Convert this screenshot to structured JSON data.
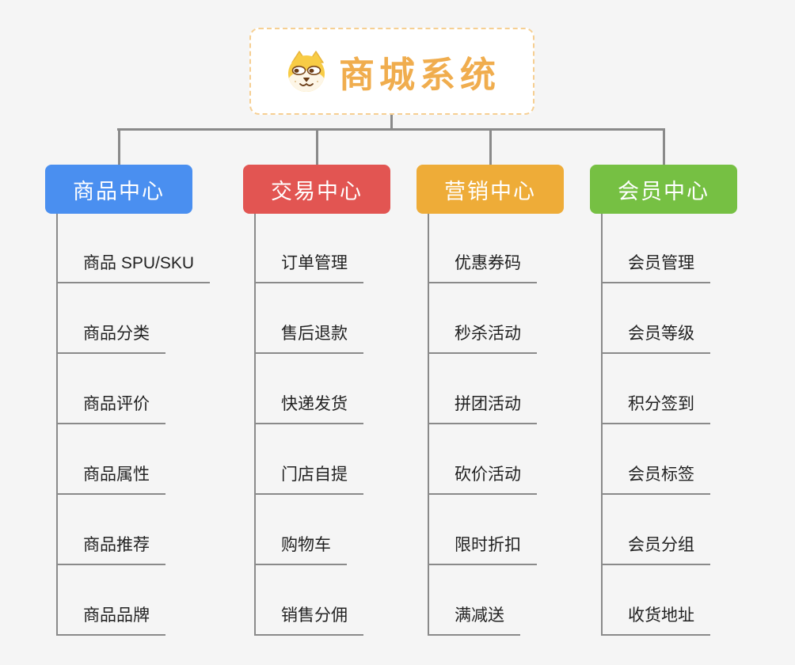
{
  "root": {
    "title": "商城系统",
    "icon": "dog-face-icon",
    "accent_color": "#F0AD4E",
    "border_color": "#F6CF92"
  },
  "background_color": "#F5F5F5",
  "connector_color": "#8A8A8A",
  "topic_text_color": "#222222",
  "branches": [
    {
      "label": "商品中心",
      "color": "#4A8FF0",
      "items": [
        "商品 SPU/SKU",
        "商品分类",
        "商品评价",
        "商品属性",
        "商品推荐",
        "商品品牌"
      ]
    },
    {
      "label": "交易中心",
      "color": "#E25552",
      "items": [
        "订单管理",
        "售后退款",
        "快递发货",
        "门店自提",
        "购物车",
        "销售分佣"
      ]
    },
    {
      "label": "营销中心",
      "color": "#EEAC38",
      "items": [
        "优惠券码",
        "秒杀活动",
        "拼团活动",
        "砍价活动",
        "限时折扣",
        "满减送"
      ]
    },
    {
      "label": "会员中心",
      "color": "#76C043",
      "items": [
        "会员管理",
        "会员等级",
        "积分签到",
        "会员标签",
        "会员分组",
        "收货地址"
      ]
    }
  ]
}
